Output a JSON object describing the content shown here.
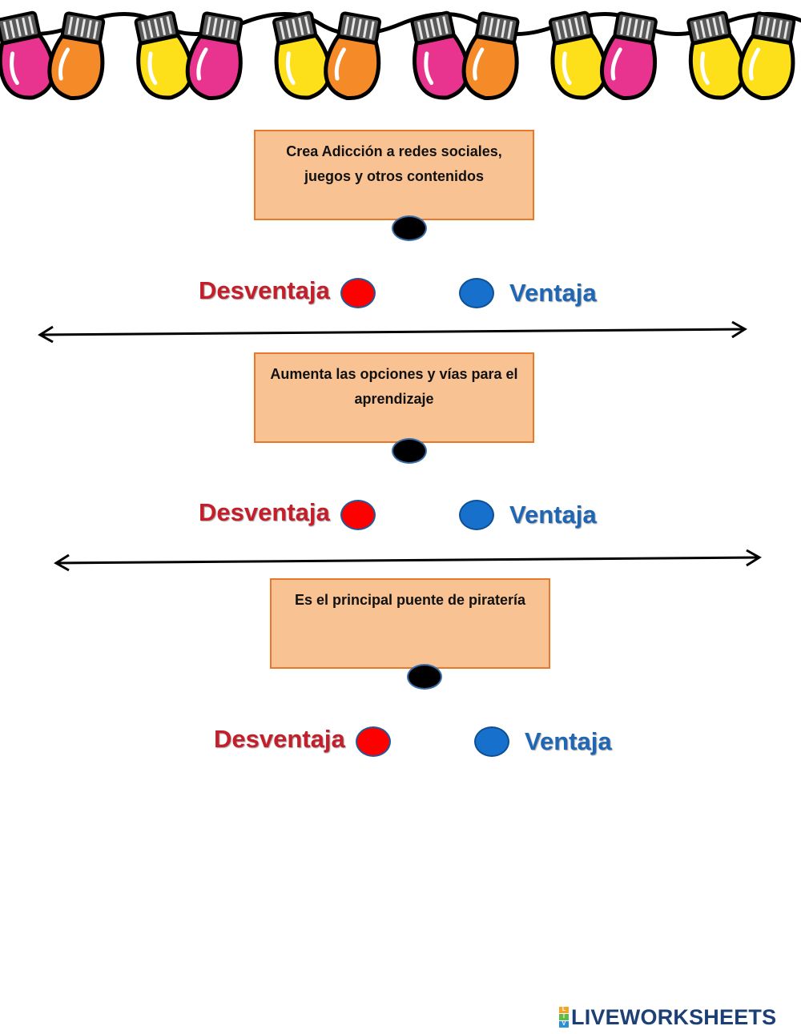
{
  "decoration": {
    "bulb_colors": [
      "#e8338f",
      "#f58a28",
      "#fde01a",
      "#e8338f",
      "#fde01a",
      "#f58a28",
      "#e8338f",
      "#f58a28",
      "#fde01a",
      "#e8338f",
      "#fde01a",
      "#fde01a"
    ]
  },
  "questions": [
    {
      "statement": "Crea Adicción a redes sociales, juegos y otros contenidos",
      "disadvantage_label": "Desventaja",
      "advantage_label": "Ventaja"
    },
    {
      "statement": "Aumenta las opciones y vías para el aprendizaje",
      "disadvantage_label": "Desventaja",
      "advantage_label": "Ventaja"
    },
    {
      "statement": "Es el principal puente de piratería",
      "disadvantage_label": "Desventaja",
      "advantage_label": "Ventaja"
    }
  ],
  "colors": {
    "card_fill": "#f8c293",
    "card_border": "#e8782a",
    "disadvantage": "#c41e2a",
    "advantage": "#1f67b5"
  },
  "footer": {
    "brand": "LIVEWORKSHEETS"
  }
}
